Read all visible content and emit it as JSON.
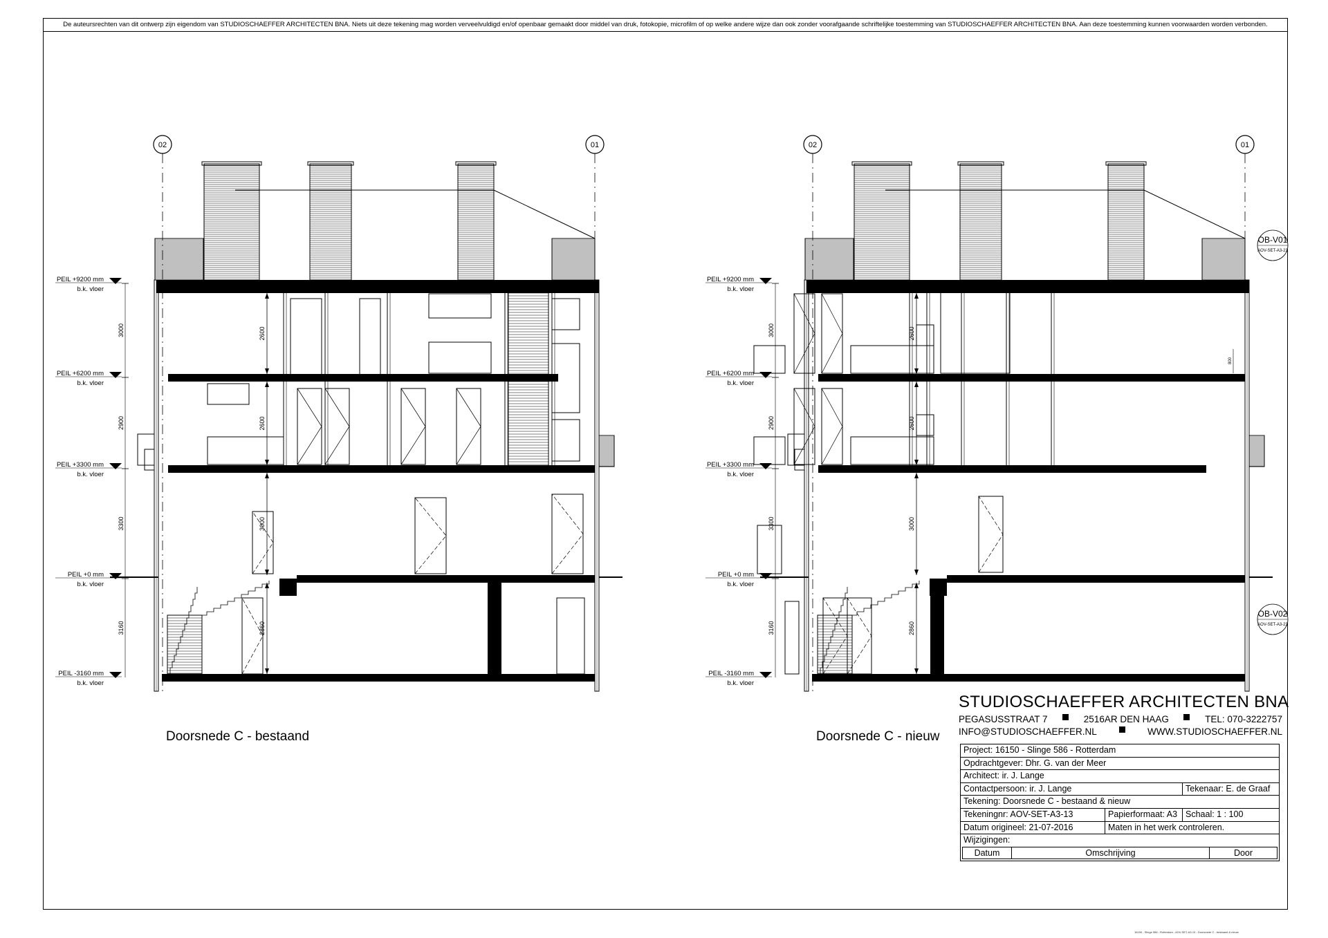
{
  "copyright": "De auteursrechten van dit ontwerp zijn eigendom van STUDIOSCHAEFFER ARCHITECTEN BNA. Niets uit deze tekening mag worden verveelvuldigd en/of openbaar gemaakt door middel van druk, fotokopie, microfilm of op welke andere wijze dan ook zonder voorafgaande schriftelijke toestemming van STUDIOSCHAEFFER ARCHITECTEN BNA. Aan deze toestemming kunnen voorwaarden worden verbonden.",
  "sections": [
    {
      "caption": "Doorsnede C - bestaand"
    },
    {
      "caption": "Doorsnede C - nieuw"
    }
  ],
  "grid_labels": [
    "02",
    "01"
  ],
  "levels": [
    {
      "label": "PEIL +9200 mm",
      "sub": "b.k. vloer"
    },
    {
      "label": "PEIL +6200 mm",
      "sub": "b.k. vloer"
    },
    {
      "label": "PEIL +3300 mm",
      "sub": "b.k. vloer"
    },
    {
      "label": "PEIL +0 mm",
      "sub": "b.k. vloer"
    },
    {
      "label": "PEIL -3160 mm",
      "sub": "b.k. vloer"
    }
  ],
  "storey_dims": [
    "3000",
    "2900",
    "3300",
    "3160"
  ],
  "height_dims": [
    "2600",
    "2600",
    "3000",
    "2860"
  ],
  "detail_dim": "800",
  "detail_refs": [
    {
      "code": "OB-V01",
      "ref": "AOV-SET-A3-23"
    },
    {
      "code": "OB-V02",
      "ref": "AOV-SET-A3-23"
    }
  ],
  "firm": {
    "name": "STUDIOSCHAEFFER ARCHITECTEN BNA",
    "street": "PEGASUSSTRAAT 7",
    "city": "2516AR DEN HAAG",
    "tel": "TEL: 070-3222757",
    "email": "INFO@STUDIOSCHAEFFER.NL",
    "web": "WWW.STUDIOSCHAEFFER.NL"
  },
  "titleblock": {
    "project": "Project: 16150 - Slinge 586 - Rotterdam",
    "client": "Opdrachtgever: Dhr. G. van der Meer",
    "architect": "Architect: ir. J. Lange",
    "contact": "Contactpersoon: ir. J. Lange",
    "drafter": "Tekenaar: E. de Graaf",
    "drawing": "Tekening: Doorsnede C - bestaand & nieuw",
    "number": "Tekeningnr: AOV-SET-A3-13",
    "paper": "Papierformaat: A3",
    "scale": "Schaal:  1 : 100",
    "date": "Datum origineel: 21-07-2016",
    "note": "Maten in het werk controleren.",
    "changes": "Wijzigingen:",
    "col_date": "Datum",
    "col_desc": "Omschrijving",
    "col_by": "Door"
  },
  "footnote": "16150 - Slinge 586 - Rotterdam - AOV-SET-A3-13 - Doorsnede C - bestaand & nieuw"
}
